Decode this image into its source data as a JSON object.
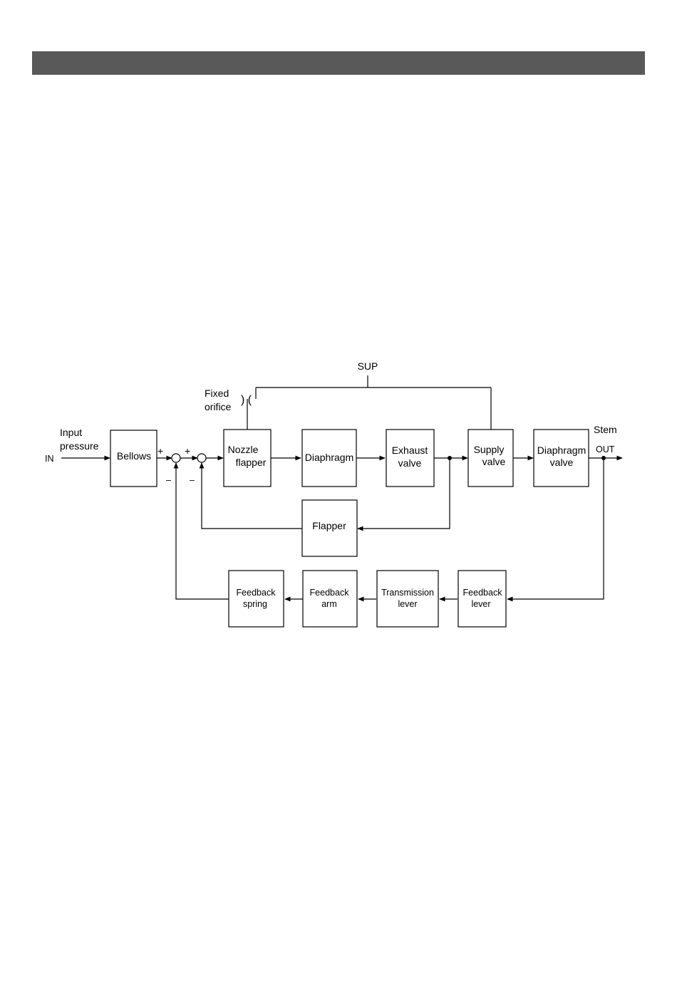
{
  "blocks": {
    "bellows": [
      "Bellows"
    ],
    "nozzle_flapper": [
      "Nozzle",
      "flapper"
    ],
    "diaphragm": [
      "Diaphragm"
    ],
    "exhaust_valve": [
      "Exhaust",
      "valve"
    ],
    "supply_valve": [
      "Supply",
      "valve"
    ],
    "diaphragm_valve": [
      "Diaphragm",
      "valve"
    ],
    "flapper": [
      "Flapper"
    ],
    "feedback_spring": [
      "Feedback",
      "spring"
    ],
    "feedback_arm": [
      "Feedback",
      "arm"
    ],
    "transmission_lever": [
      "Transmission",
      "lever"
    ],
    "feedback_lever": [
      "Feedback",
      "lever"
    ]
  },
  "labels": {
    "sup": "SUP",
    "fixed_orifice": [
      "Fixed",
      "orifice"
    ],
    "orifice_symbol": ") (",
    "input_pressure": [
      "Input",
      "pressure"
    ],
    "in": "IN",
    "out": "OUT",
    "stem": "Stem",
    "plus": "+",
    "minus": "–"
  }
}
